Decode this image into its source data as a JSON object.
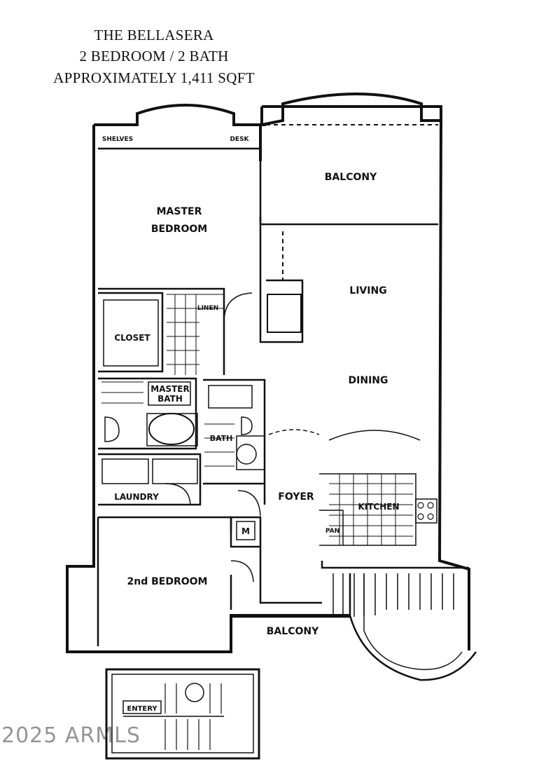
{
  "header": {
    "line1": "THE BELLASERA",
    "line2": "2 BEDROOM / 2 BATH",
    "line3": "APPROXIMATELY 1,411 SQFT"
  },
  "rooms": {
    "balcony_top": "BALCONY",
    "master_bedroom_1": "MASTER",
    "master_bedroom_2": "BEDROOM",
    "living": "LIVING",
    "dining": "DINING",
    "closet": "CLOSET",
    "master_bath_1": "MASTER",
    "master_bath_2": "BATH",
    "bath": "BATH",
    "foyer": "FOYER",
    "kitchen": "KITCHEN",
    "laundry": "LAUNDRY",
    "second_bedroom": "2nd BEDROOM",
    "balcony_bottom": "BALCONY",
    "entry": "ENTERY"
  },
  "fixtures": {
    "shelves": "SHELVES",
    "desk": "DESK",
    "linen": "LINEN",
    "pan": "PAN",
    "mech": "M"
  },
  "watermark": "2025 ARMLS",
  "colors": {
    "ink": "#111111",
    "background": "#ffffff"
  }
}
